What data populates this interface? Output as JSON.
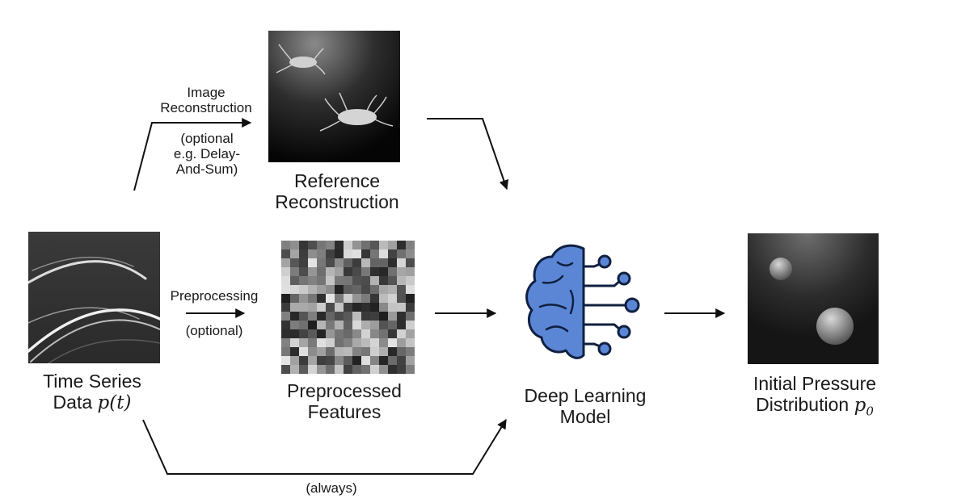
{
  "nodes": {
    "time_series": {
      "line1": "Time Series",
      "line2_prefix": "Data ",
      "line2_math": "p(t)"
    },
    "reference": {
      "line1": "Reference",
      "line2": "Reconstruction"
    },
    "features": {
      "line1": "Preprocessed",
      "line2": "Features"
    },
    "model": {
      "line1": "Deep Learning",
      "line2": "Model",
      "icon": "brain-circuit-icon",
      "color": "#5b86d6"
    },
    "output": {
      "line1": "Initial Pressure",
      "line2_prefix": "Distribution ",
      "line2_math": "p",
      "line2_sub": "0"
    }
  },
  "edges": {
    "image_recon": {
      "line1": "Image",
      "line2": "Reconstruction",
      "note1": "(optional",
      "note2": "e.g. Delay-",
      "note3": "And-Sum)"
    },
    "preprocessing": {
      "label": "Preprocessing",
      "note": "(optional)"
    },
    "always": {
      "label": "(always)"
    }
  }
}
